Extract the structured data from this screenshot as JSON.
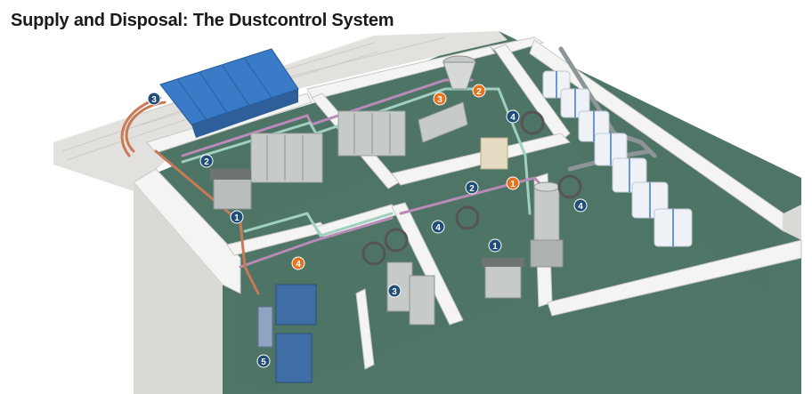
{
  "title": "Supply and Disposal:  The Dustcontrol System",
  "colors": {
    "blue_badge": "#1f4e79",
    "orange_badge": "#e8731f",
    "floor": "#4f7566",
    "wall": "#f4f4f2",
    "wall_side": "#d9dad6",
    "roof_blue": "#3a7bc8",
    "pipe_green": "#9fd0c0",
    "pipe_purple": "#b98ab8",
    "hose_copper": "#c87a55",
    "machine_gray": "#c6cac8",
    "collector_blue": "#3f6fa6",
    "bag_white": "#eef1f6"
  },
  "badges": [
    {
      "id": "roof-3",
      "label": "3",
      "color": "blue"
    },
    {
      "id": "left-room-2",
      "label": "2",
      "color": "blue"
    },
    {
      "id": "left-room-1",
      "label": "1",
      "color": "blue"
    },
    {
      "id": "top-room-3",
      "label": "3",
      "color": "orange"
    },
    {
      "id": "top-room-2",
      "label": "2",
      "color": "orange"
    },
    {
      "id": "top-room-4",
      "label": "4",
      "color": "blue"
    },
    {
      "id": "right-room-2",
      "label": "2",
      "color": "blue"
    },
    {
      "id": "right-room-1-orange",
      "label": "1",
      "color": "orange"
    },
    {
      "id": "right-room-4",
      "label": "4",
      "color": "blue"
    },
    {
      "id": "mid-room-4",
      "label": "4",
      "color": "blue"
    },
    {
      "id": "mid-room-1",
      "label": "1",
      "color": "blue"
    },
    {
      "id": "bottom-room-4",
      "label": "4",
      "color": "orange"
    },
    {
      "id": "bottom-room-3",
      "label": "3",
      "color": "blue"
    },
    {
      "id": "bottom-room-5",
      "label": "5",
      "color": "blue"
    }
  ]
}
